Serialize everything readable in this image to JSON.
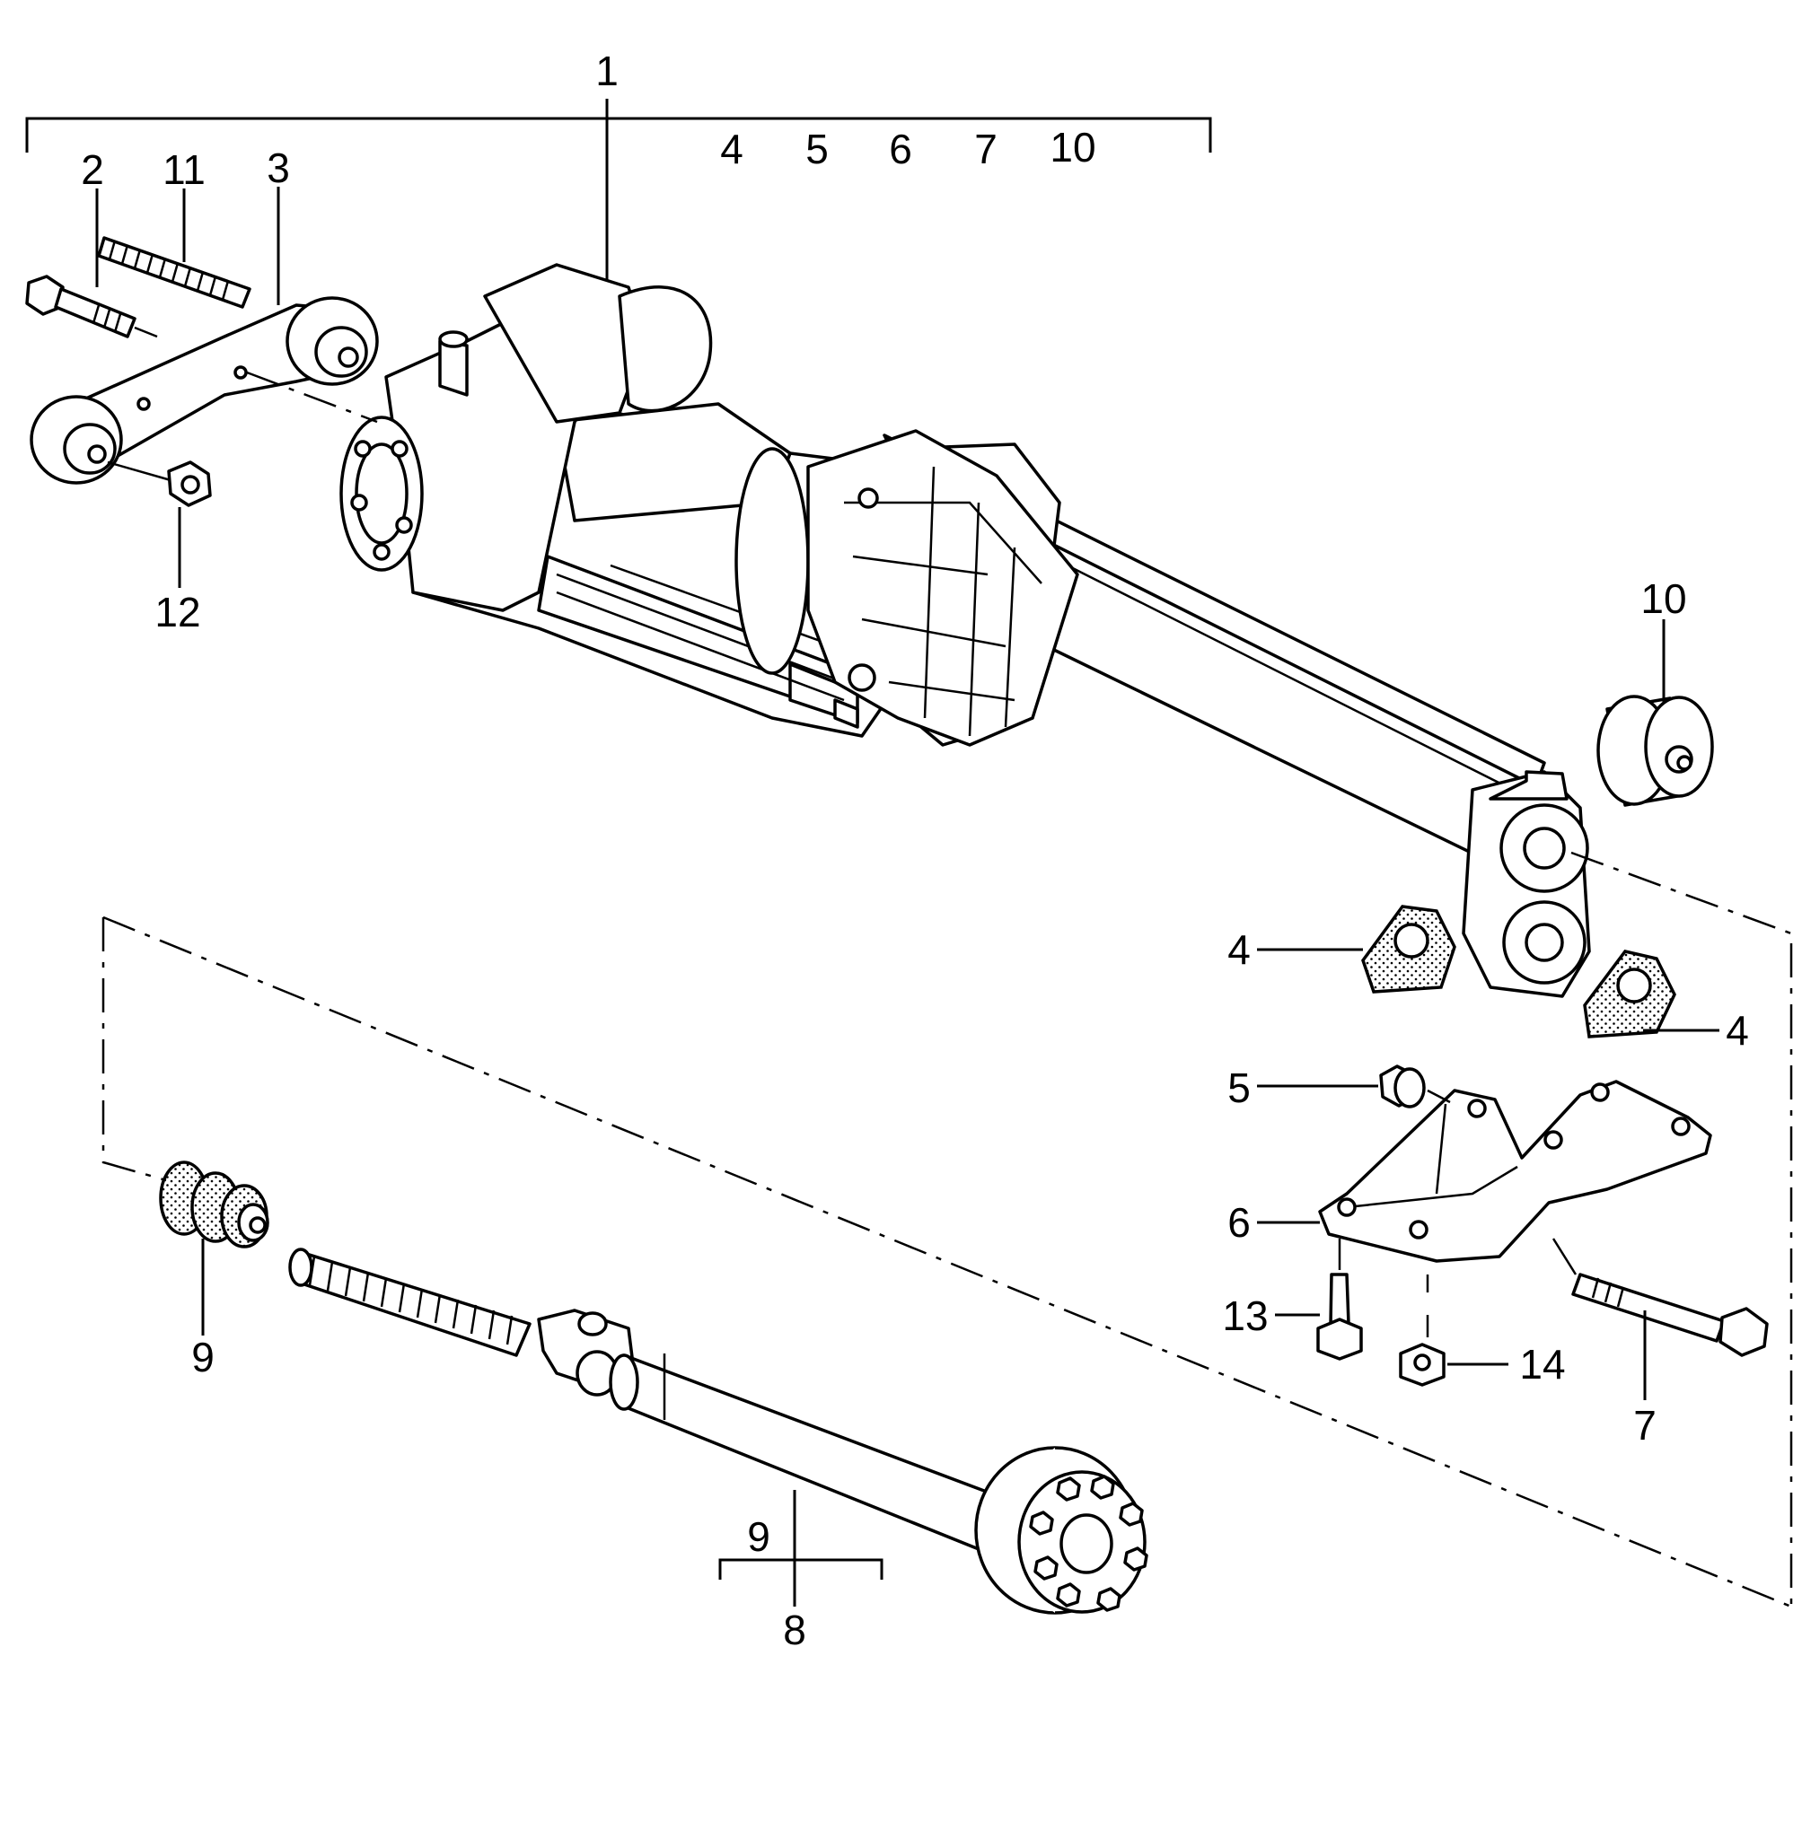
{
  "labels": {
    "l1": "1",
    "l2": "2",
    "l3": "3",
    "l4_top": "4",
    "l5_top": "5",
    "l6_top": "6",
    "l7_top": "7",
    "l10_top": "10",
    "l11": "11",
    "l12": "12",
    "l10": "10",
    "l4_left": "4",
    "l4_right": "4",
    "l5": "5",
    "l6": "6",
    "l13": "13",
    "l14": "14",
    "l7": "7",
    "l9_left": "9",
    "l9_shaft": "9",
    "l8": "8"
  }
}
